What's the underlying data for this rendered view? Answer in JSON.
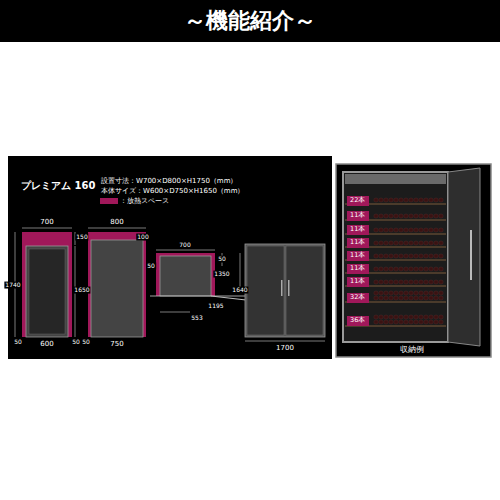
{
  "diagram": {
    "title": "～機能紹介～",
    "nodes": [
      {
        "text": [
          "22本"
        ]
      },
      {
        "text": [
          "11本"
        ]
      },
      {
        "text": [
          "11本"
        ]
      },
      {
        "text": [
          "11本"
        ]
      },
      {
        "text": [
          "11本"
        ]
      },
      {
        "text": [
          "11本"
        ]
      },
      {
        "text": [
          "11本"
        ]
      },
      {
        "text": [
          "32本"
        ]
      },
      {
        "text": [
          "36本"
        ]
      }
    ],
    "labels": [
      "プレミアム 160",
      "設置寸法：W700×D800×H1750（mm）",
      "本体サイズ：W600×D750×H1650（mm）",
      "700",
      "150",
      "1740",
      "1650",
      "50",
      "600",
      "50",
      "800",
      "100",
      "50",
      "750",
      "700",
      "50",
      "50",
      "1350",
      "1640",
      "1195",
      "553",
      "1700",
      "収納例"
    ],
    "legend": [
      {
        "text": "：放熱スペース",
        "color": "#a0185a"
      }
    ]
  }
}
